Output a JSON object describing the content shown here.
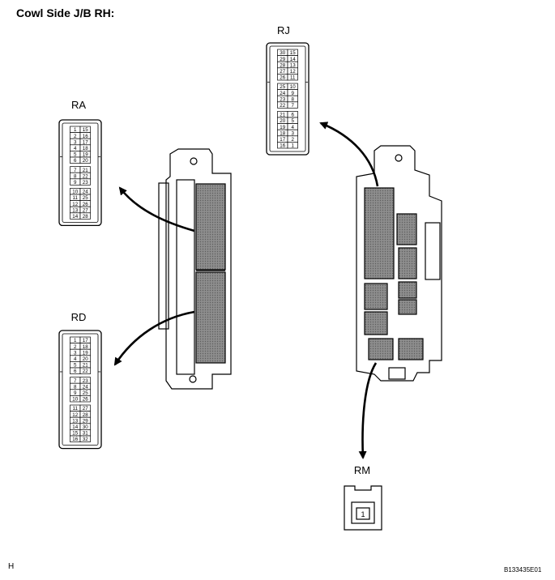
{
  "title": "Cowl Side J/B RH:",
  "footer_left": "H",
  "footer_right": "B133435E01",
  "connectors": {
    "RA": {
      "name": "RA",
      "groups": [
        [
          [
            "1",
            "15"
          ],
          [
            "2",
            "16"
          ],
          [
            "3",
            "17"
          ],
          [
            "4",
            "18"
          ],
          [
            "5",
            "19"
          ],
          [
            "6",
            "20"
          ]
        ],
        [
          [
            "7",
            "21"
          ],
          [
            "8",
            "22"
          ],
          [
            "9",
            "23"
          ]
        ],
        [
          [
            "10",
            "24"
          ],
          [
            "11",
            "25"
          ],
          [
            "12",
            "26"
          ],
          [
            "13",
            "27"
          ],
          [
            "14",
            "28"
          ]
        ]
      ]
    },
    "RD": {
      "name": "RD",
      "groups": [
        [
          [
            "1",
            "17"
          ],
          [
            "2",
            "18"
          ],
          [
            "3",
            "19"
          ],
          [
            "4",
            "20"
          ],
          [
            "5",
            "21"
          ],
          [
            "6",
            "22"
          ]
        ],
        [
          [
            "7",
            "23"
          ],
          [
            "8",
            "24"
          ],
          [
            "9",
            "25"
          ],
          [
            "10",
            "26"
          ]
        ],
        [
          [
            "11",
            "27"
          ],
          [
            "12",
            "28"
          ],
          [
            "13",
            "29"
          ],
          [
            "14",
            "30"
          ],
          [
            "15",
            "31"
          ],
          [
            "16",
            "32"
          ]
        ]
      ]
    },
    "RJ": {
      "name": "RJ",
      "groups": [
        [
          [
            "30",
            "15"
          ],
          [
            "29",
            "14"
          ],
          [
            "28",
            "13"
          ],
          [
            "27",
            "12"
          ],
          [
            "26",
            "11"
          ]
        ],
        [
          [
            "25",
            "10"
          ],
          [
            "24",
            "9"
          ],
          [
            "23",
            "8"
          ],
          [
            "22",
            "7"
          ]
        ],
        [
          [
            "21",
            "6"
          ],
          [
            "20",
            "5"
          ],
          [
            "19",
            "4"
          ],
          [
            "18",
            "3"
          ],
          [
            "17",
            "2"
          ],
          [
            "16",
            "1"
          ]
        ]
      ]
    },
    "RM": {
      "name": "RM",
      "pin": "1"
    }
  }
}
